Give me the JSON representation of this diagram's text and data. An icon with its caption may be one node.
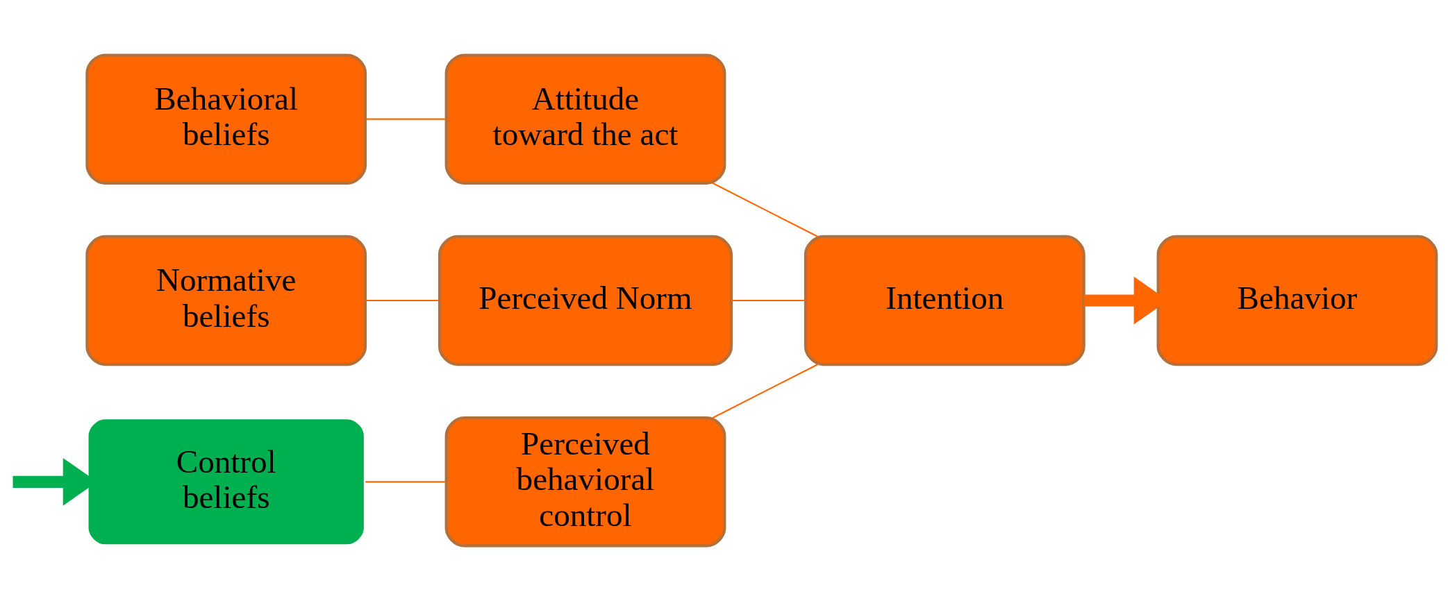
{
  "diagram": {
    "nodes": [
      {
        "text": [
          "Behavioral beliefs"
        ]
      },
      {
        "text": [
          "Attitude toward the act"
        ]
      },
      {
        "text": [
          "Normative beliefs"
        ]
      },
      {
        "text": [
          "Perceived Norm"
        ]
      },
      {
        "text": [
          "Control beliefs"
        ]
      },
      {
        "text": [
          "Perceived behavioral control"
        ]
      },
      {
        "text": [
          "Intention"
        ]
      },
      {
        "text": [
          "Behavior"
        ]
      }
    ],
    "edges": [
      {
        "from": 0,
        "to": 1,
        "arrow": "none"
      },
      {
        "from": 2,
        "to": 3,
        "arrow": "none"
      },
      {
        "from": 4,
        "to": 5,
        "arrow": "none"
      },
      {
        "from": 1,
        "to": 6,
        "arrow": "none"
      },
      {
        "from": 3,
        "to": 6,
        "arrow": "none"
      },
      {
        "from": 5,
        "to": 6,
        "arrow": "none"
      },
      {
        "from": 6,
        "to": 7,
        "arrow": "to",
        "style": "thick"
      },
      {
        "from": null,
        "to": 4,
        "arrow": "to",
        "style": "thick",
        "color": "#00b050"
      }
    ]
  }
}
